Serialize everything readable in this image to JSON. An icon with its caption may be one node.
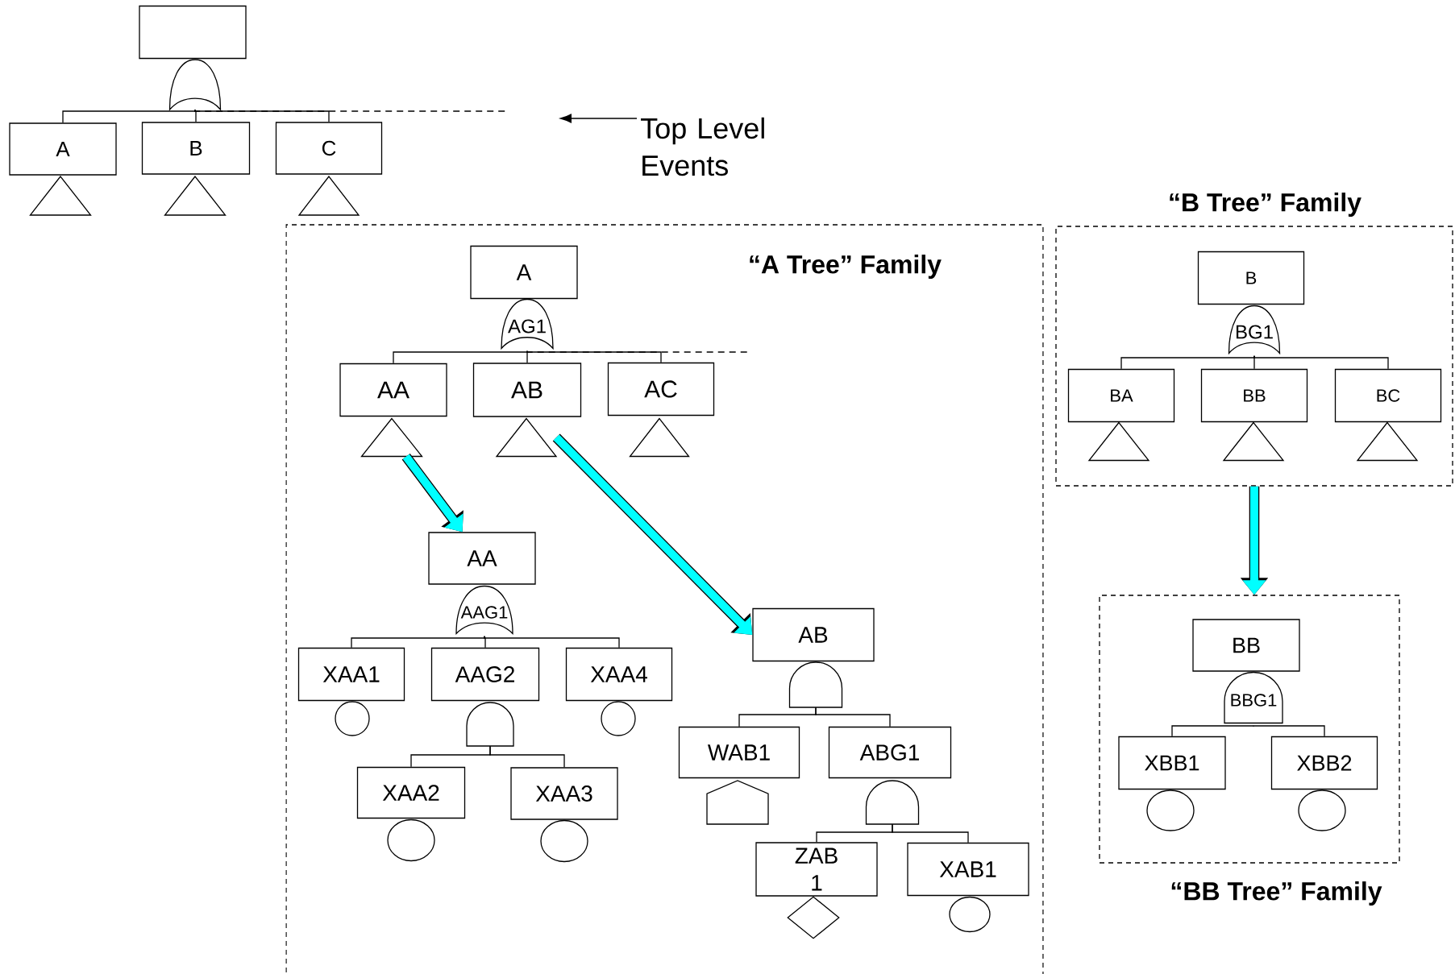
{
  "diagram": {
    "nodes": [
      {
        "text": [],
        "shape": "box"
      },
      {
        "text": [],
        "shape": "gate"
      },
      {
        "text": [
          "A"
        ]
      },
      {
        "text": [
          "B"
        ]
      },
      {
        "text": [
          "C"
        ]
      },
      {
        "text": [],
        "shape": "triangle"
      },
      {
        "text": [],
        "shape": "triangle"
      },
      {
        "text": [],
        "shape": "triangle"
      },
      {
        "text": [
          "Top Level Events"
        ]
      },
      {
        "text": [
          "“A Tree” Family"
        ]
      },
      {
        "text": [
          "A"
        ],
        "in": 9
      },
      {
        "text": [
          "AG1"
        ],
        "in": 9
      },
      {
        "text": [
          "AA"
        ],
        "in": 9
      },
      {
        "text": [
          "AB"
        ],
        "in": 9
      },
      {
        "text": [
          "AC"
        ],
        "in": 9
      },
      {
        "text": [],
        "shape": "triangle",
        "in": 9
      },
      {
        "text": [],
        "shape": "triangle",
        "in": 9
      },
      {
        "text": [],
        "shape": "triangle",
        "in": 9
      },
      {
        "text": [
          "AA"
        ],
        "in": 9
      },
      {
        "text": [
          "AAG1"
        ],
        "in": 9
      },
      {
        "text": [
          "XAA1"
        ],
        "in": 9
      },
      {
        "text": [
          "AAG2"
        ],
        "in": 9
      },
      {
        "text": [
          "XAA4"
        ],
        "in": 9
      },
      {
        "text": [],
        "shape": "circle",
        "in": 9
      },
      {
        "text": [],
        "shape": "circle",
        "in": 9
      },
      {
        "text": [],
        "shape": "gate",
        "in": 9
      },
      {
        "text": [
          "XAA2"
        ],
        "in": 9
      },
      {
        "text": [
          "XAA3"
        ],
        "in": 9
      },
      {
        "text": [],
        "shape": "circle",
        "in": 9
      },
      {
        "text": [],
        "shape": "circle",
        "in": 9
      },
      {
        "text": [
          "AB"
        ],
        "in": 9
      },
      {
        "text": [],
        "shape": "gate",
        "in": 9
      },
      {
        "text": [
          "WAB1"
        ],
        "in": 9
      },
      {
        "text": [
          "ABG1"
        ],
        "in": 9
      },
      {
        "text": [],
        "shape": "house",
        "in": 9
      },
      {
        "text": [],
        "shape": "gate",
        "in": 9
      },
      {
        "text": [
          "ZAB 1"
        ],
        "in": 9
      },
      {
        "text": [
          "XAB1"
        ],
        "in": 9
      },
      {
        "text": [],
        "shape": "diamond",
        "in": 9
      },
      {
        "text": [],
        "shape": "circle",
        "in": 9
      },
      {
        "text": [
          "“B Tree” Family"
        ]
      },
      {
        "text": [
          "B"
        ],
        "in": 40
      },
      {
        "text": [
          "BG1"
        ],
        "in": 40
      },
      {
        "text": [
          "BA"
        ],
        "in": 40
      },
      {
        "text": [
          "BB"
        ],
        "in": 40
      },
      {
        "text": [
          "BC"
        ],
        "in": 40
      },
      {
        "text": [],
        "shape": "triangle",
        "in": 40
      },
      {
        "text": [],
        "shape": "triangle",
        "in": 40
      },
      {
        "text": [],
        "shape": "triangle",
        "in": 40
      },
      {
        "text": [
          "“BB Tree” Family"
        ]
      },
      {
        "text": [
          "BB"
        ],
        "in": 49
      },
      {
        "text": [
          "BBG1"
        ],
        "in": 49
      },
      {
        "text": [
          "XBB1"
        ],
        "in": 49
      },
      {
        "text": [
          "XBB2"
        ],
        "in": 49
      },
      {
        "text": [],
        "shape": "circle",
        "in": 49
      },
      {
        "text": [],
        "shape": "circle",
        "in": 49
      }
    ],
    "edges": [
      {
        "from": 1,
        "to": 2,
        "arrow": "none"
      },
      {
        "from": 1,
        "to": 3,
        "arrow": "none"
      },
      {
        "from": 1,
        "to": 4,
        "arrow": "none"
      },
      {
        "from": 1,
        "to": null,
        "arrow": "none",
        "style": "dashed"
      },
      {
        "from": 8,
        "to": null,
        "arrow": "to"
      },
      {
        "from": 11,
        "to": 12,
        "arrow": "none"
      },
      {
        "from": 11,
        "to": 13,
        "arrow": "none"
      },
      {
        "from": 11,
        "to": 14,
        "arrow": "none"
      },
      {
        "from": 11,
        "to": null,
        "arrow": "none",
        "style": "dashed"
      },
      {
        "from": 15,
        "to": 18,
        "arrow": "to",
        "style": "thick",
        "color": "#00ffff"
      },
      {
        "from": 16,
        "to": 30,
        "arrow": "to",
        "style": "thick",
        "color": "#00ffff"
      },
      {
        "from": 19,
        "to": 20,
        "arrow": "none"
      },
      {
        "from": 19,
        "to": 21,
        "arrow": "none"
      },
      {
        "from": 19,
        "to": 22,
        "arrow": "none"
      },
      {
        "from": 25,
        "to": 26,
        "arrow": "none"
      },
      {
        "from": 25,
        "to": 27,
        "arrow": "none"
      },
      {
        "from": 31,
        "to": 32,
        "arrow": "none"
      },
      {
        "from": 31,
        "to": 33,
        "arrow": "none"
      },
      {
        "from": 35,
        "to": 36,
        "arrow": "none"
      },
      {
        "from": 35,
        "to": 37,
        "arrow": "none"
      },
      {
        "from": 40,
        "to": 49,
        "arrow": "to",
        "style": "thick",
        "color": "#00ffff"
      },
      {
        "from": 42,
        "to": 43,
        "arrow": "none"
      },
      {
        "from": 42,
        "to": 44,
        "arrow": "none"
      },
      {
        "from": 42,
        "to": 45,
        "arrow": "none"
      },
      {
        "from": 51,
        "to": 52,
        "arrow": "none"
      },
      {
        "from": 51,
        "to": 53,
        "arrow": "none"
      }
    ]
  }
}
